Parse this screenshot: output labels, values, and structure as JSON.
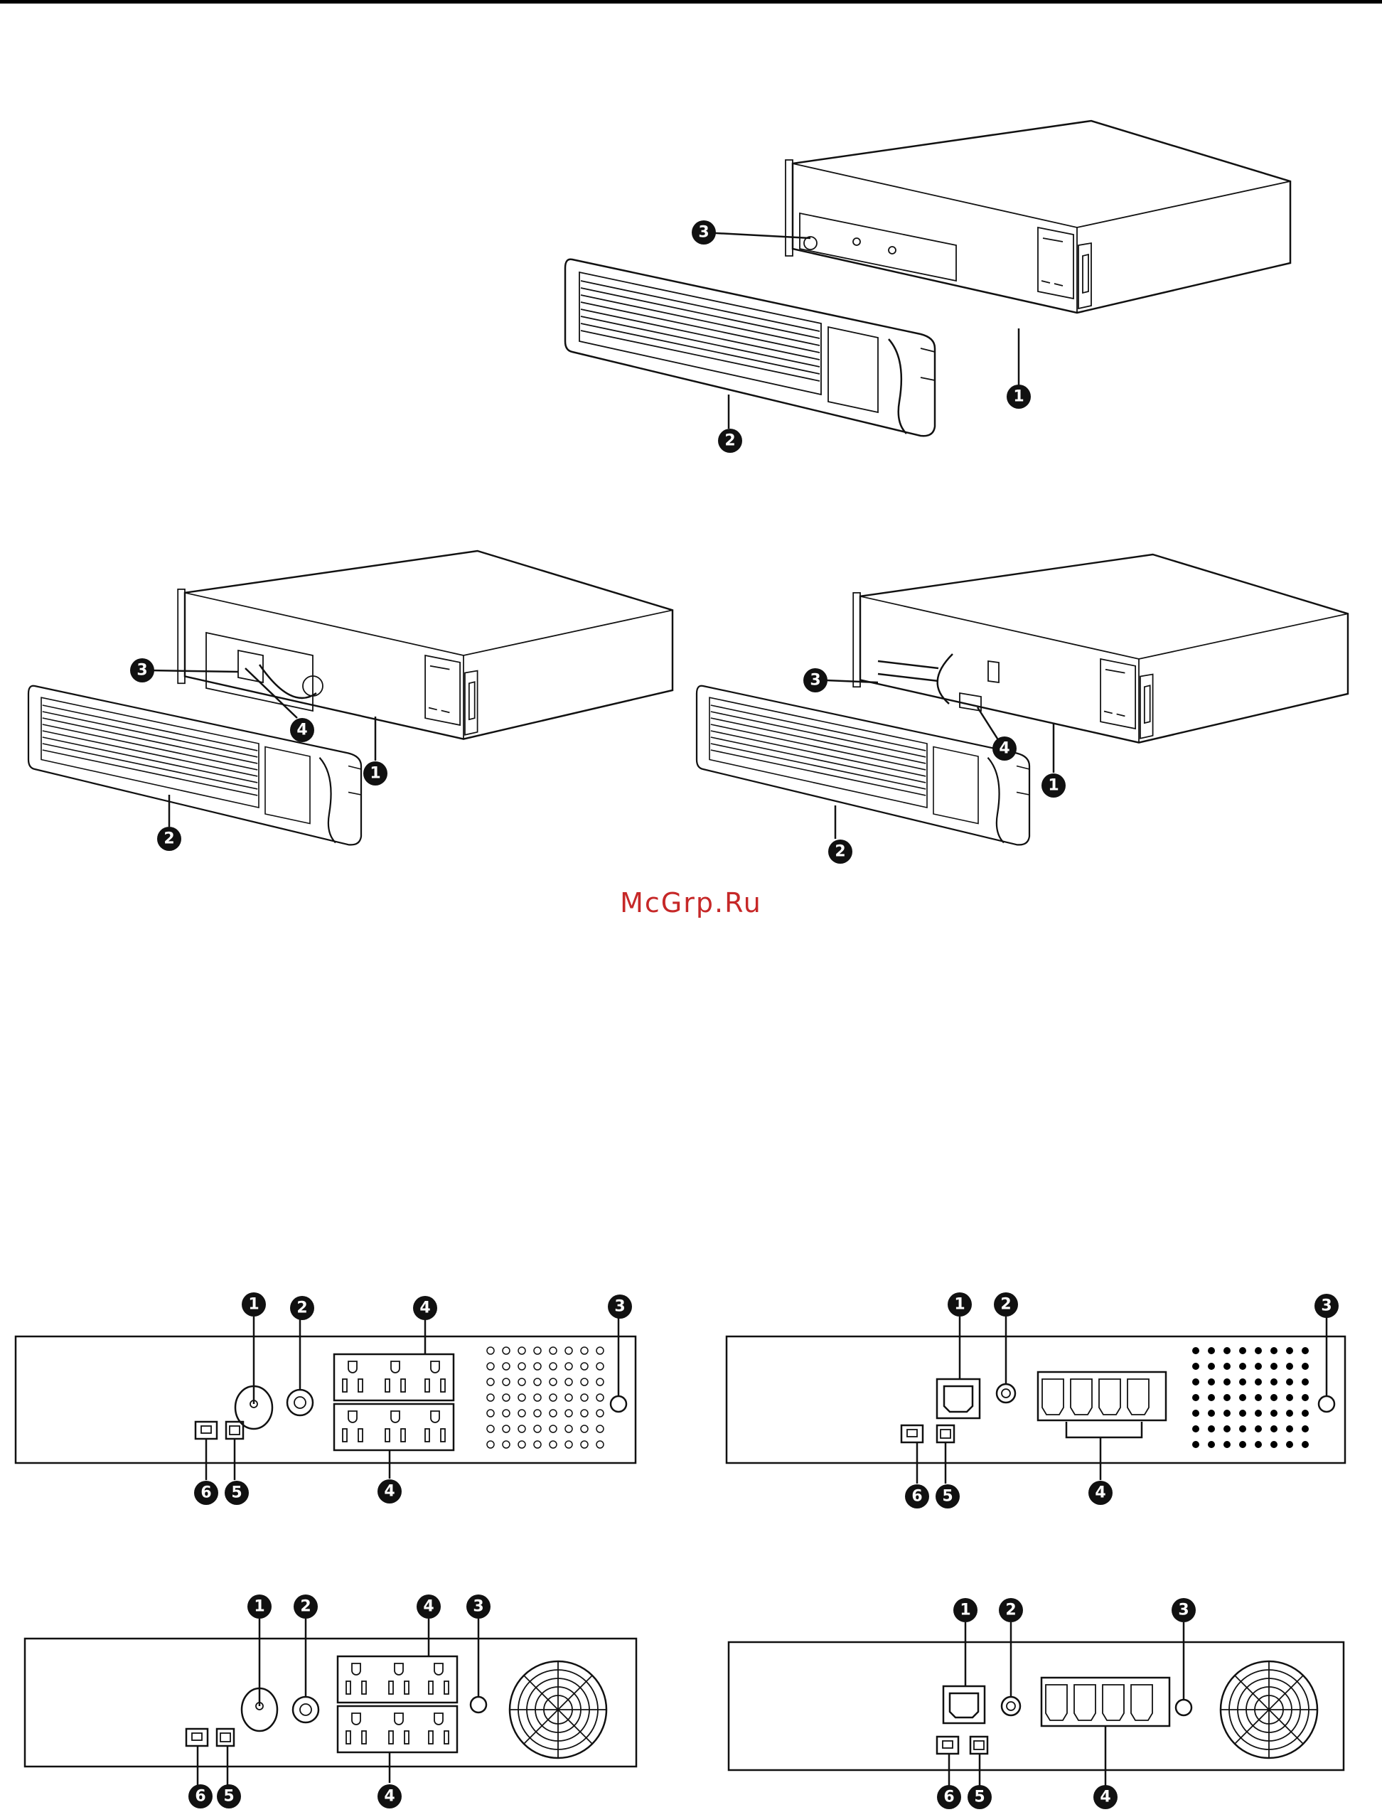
{
  "watermark": "McGrp.Ru",
  "callouts": {
    "c1": "1",
    "c2": "2",
    "c3": "3",
    "c4": "4",
    "c5": "5",
    "c6": "6"
  }
}
